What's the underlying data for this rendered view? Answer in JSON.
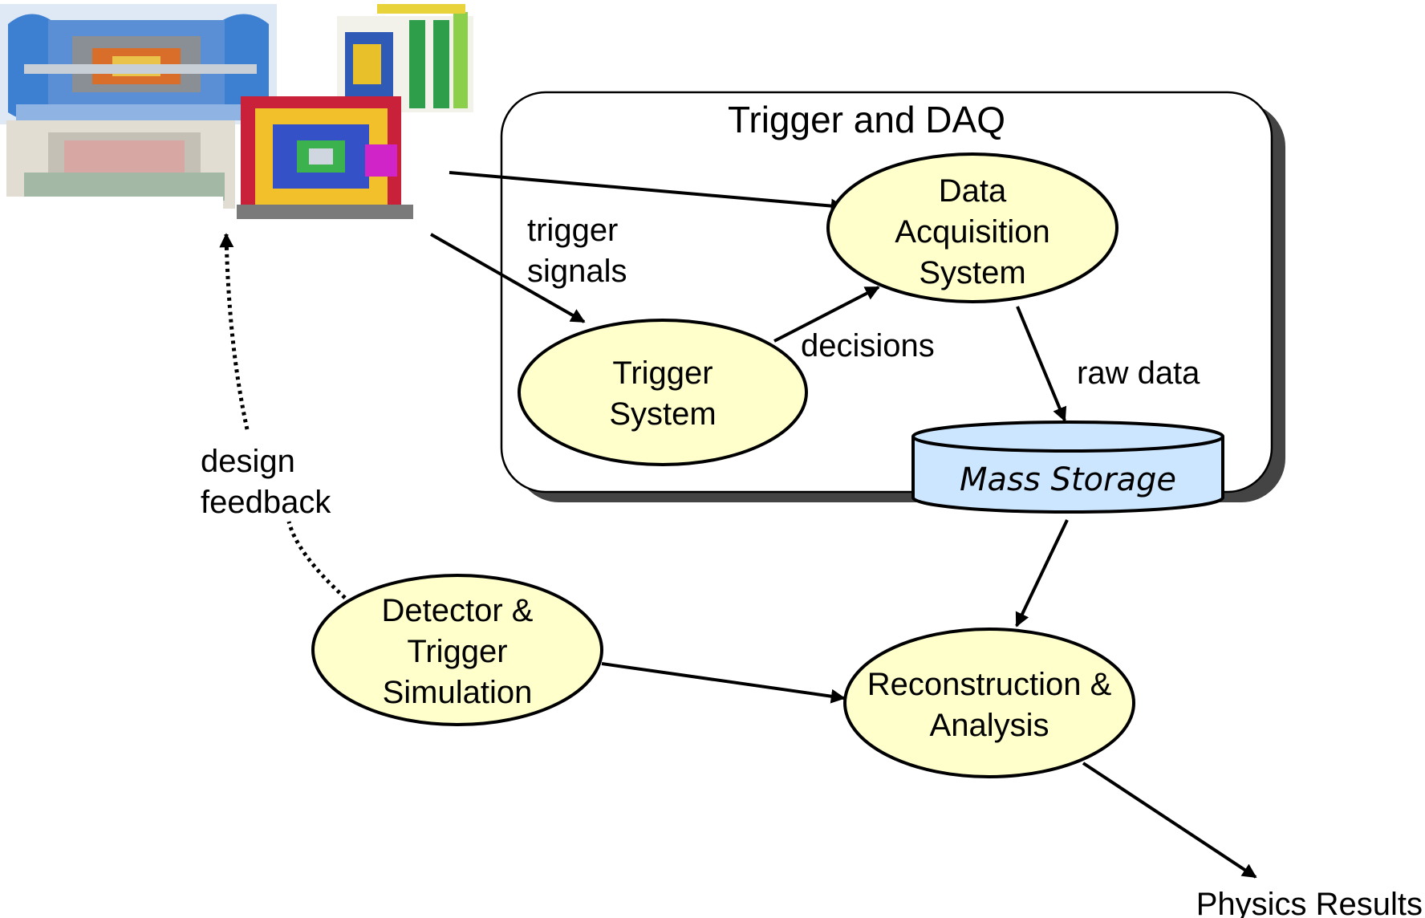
{
  "frame": {
    "title": "Trigger and DAQ"
  },
  "nodes": {
    "daq": [
      "Data",
      "Acquisition",
      "System"
    ],
    "trigger": [
      "Trigger",
      "System"
    ],
    "storage": "Mass Storage",
    "simulation": [
      "Detector &",
      "Trigger",
      "Simulation"
    ],
    "reco": [
      "Reconstruction &",
      "Analysis"
    ]
  },
  "labels": {
    "trigger_signals": [
      "trigger",
      "signals"
    ],
    "decisions": "decisions",
    "raw_data": "raw data",
    "design_feedback": [
      "design",
      "feedback"
    ],
    "physics_results": "Physics Results"
  },
  "colors": {
    "node_fill": "#ffffcc",
    "storage_fill": "#cce6ff",
    "frame_shadow": "#444444",
    "arrow": "#000000"
  },
  "icons": {
    "detector": "detector-montage-image"
  }
}
